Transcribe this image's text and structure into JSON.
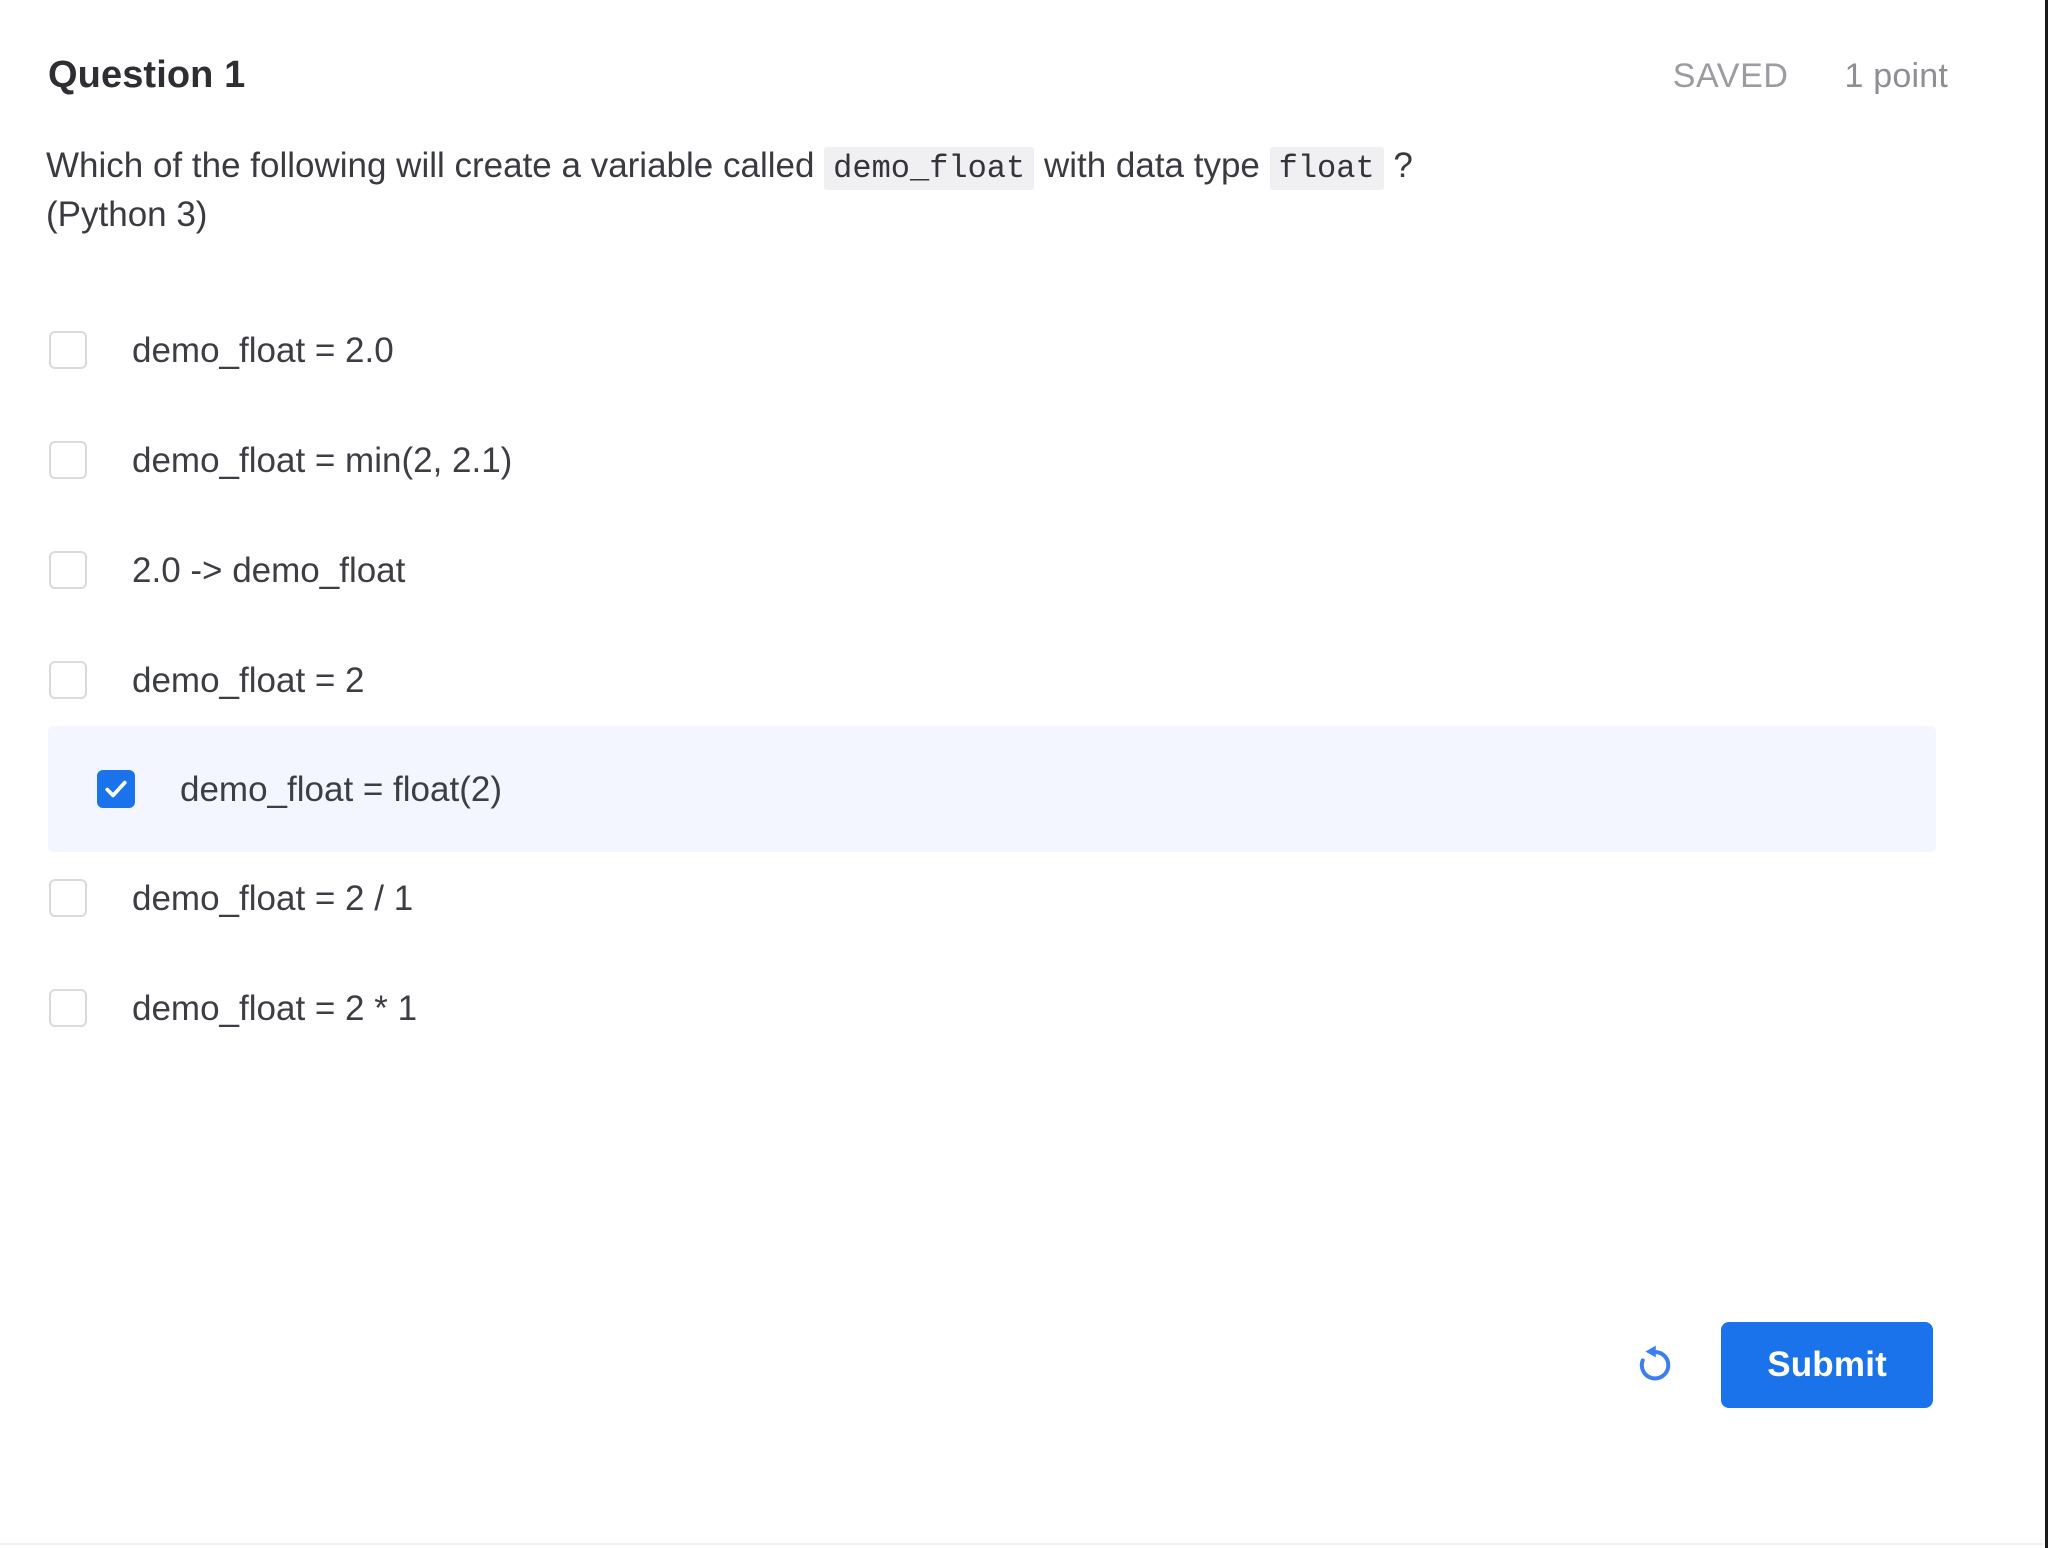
{
  "question": {
    "title": "Question 1",
    "saved_label": "SAVED",
    "points_label": "1 point",
    "prompt_part1": "Which of the following will create a variable called",
    "prompt_code1": "demo_float",
    "prompt_part2": "with data type",
    "prompt_code2": "float",
    "prompt_part3": "?",
    "prompt_line2": "(Python 3)"
  },
  "options": [
    {
      "label": "demo_float = 2.0",
      "checked": false
    },
    {
      "label": "demo_float = min(2, 2.1)",
      "checked": false
    },
    {
      "label": "2.0 -> demo_float",
      "checked": false
    },
    {
      "label": "demo_float = 2",
      "checked": false
    },
    {
      "label": "demo_float = float(2)",
      "checked": true
    },
    {
      "label": "demo_float = 2 / 1",
      "checked": false
    },
    {
      "label": "demo_float = 2 * 1",
      "checked": false
    }
  ],
  "footer": {
    "reset_icon": "reset-icon",
    "submit_label": "Submit"
  },
  "colors": {
    "accent": "#1a73ea",
    "selected_row_bg": "#f3f6fe",
    "code_bg": "#f0f0f2",
    "text": "#3a3a40",
    "muted": "#9b9ba1"
  }
}
